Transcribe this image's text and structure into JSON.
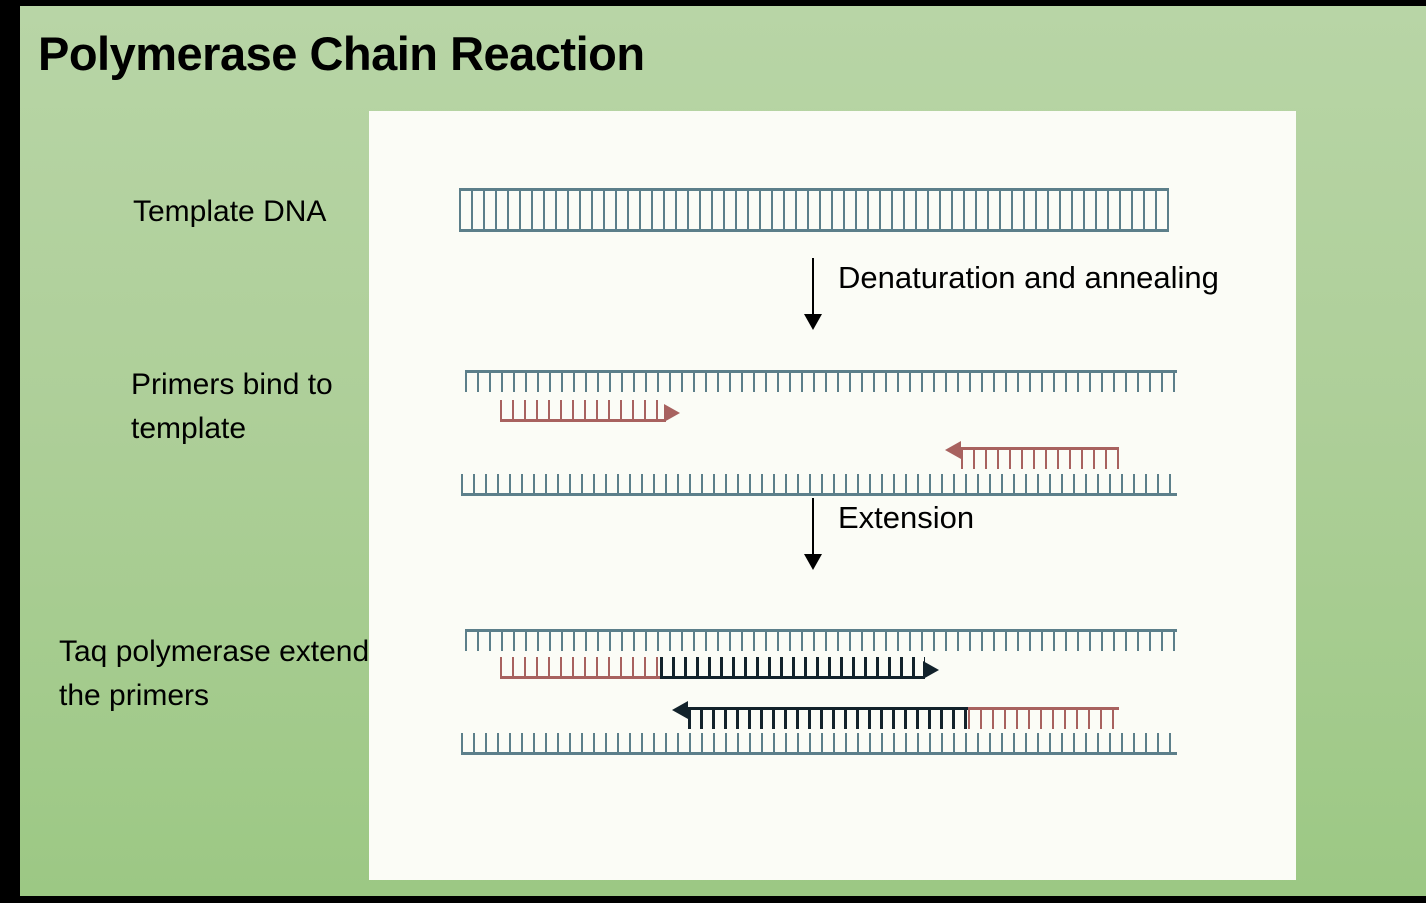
{
  "slide": {
    "title": "Polymerase Chain Reaction",
    "background_color_top": "#b8d5a6",
    "background_color_bottom": "#9cc884",
    "panel_color": "#fbfcf6",
    "frame_color": "#000000"
  },
  "labels": {
    "template": "Template DNA",
    "primers": "Primers bind to\ntemplate",
    "taq": "Taq polymerase extends\nthe primers"
  },
  "transitions": [
    {
      "text": "Denaturation and annealing",
      "direction": "down"
    },
    {
      "text": "Extension",
      "direction": "down"
    }
  ],
  "colors": {
    "template_dna": "#5c7f8a",
    "primer": "#a8625f",
    "new_dna": "#12222b"
  },
  "diagram": {
    "stages": [
      {
        "name": "template-dna",
        "strands": [
          {
            "id": "template-top",
            "type": "template",
            "ticks": "down"
          },
          {
            "id": "template-bottom",
            "type": "template",
            "ticks": "up"
          }
        ]
      },
      {
        "name": "primers-bind",
        "strands": [
          {
            "id": "separated-top",
            "type": "template",
            "ticks": "down"
          },
          {
            "id": "forward-primer",
            "type": "primer",
            "ticks": "up",
            "arrow": "right"
          },
          {
            "id": "reverse-primer",
            "type": "primer",
            "ticks": "down",
            "arrow": "left"
          },
          {
            "id": "separated-bottom",
            "type": "template",
            "ticks": "up"
          }
        ]
      },
      {
        "name": "extension",
        "strands": [
          {
            "id": "extend-top-template",
            "type": "template",
            "ticks": "down"
          },
          {
            "id": "forward-primer-2",
            "type": "primer",
            "ticks": "up"
          },
          {
            "id": "forward-new-dna",
            "type": "new_dna",
            "ticks": "up",
            "arrow": "right"
          },
          {
            "id": "reverse-new-dna",
            "type": "new_dna",
            "ticks": "down",
            "arrow": "left"
          },
          {
            "id": "reverse-primer-2",
            "type": "primer",
            "ticks": "down"
          },
          {
            "id": "extend-bottom-template",
            "type": "template",
            "ticks": "up"
          }
        ]
      }
    ]
  }
}
